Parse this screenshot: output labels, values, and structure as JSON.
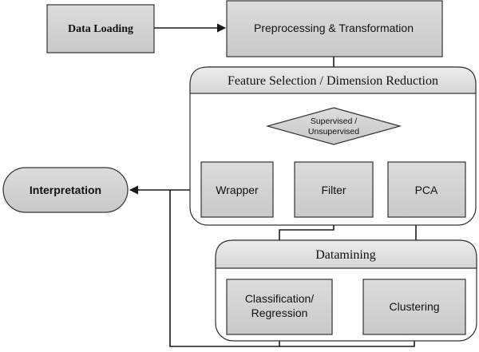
{
  "nodes": {
    "data_loading": "Data Loading",
    "preprocessing": "Preprocessing & Transformation",
    "feature_selection_title": "Feature Selection / Dimension Reduction",
    "decision_line1": "Supervised /",
    "decision_line2": "Unsupervised",
    "wrapper": "Wrapper",
    "filter": "Filter",
    "pca": "PCA",
    "interpretation": "Interpretation",
    "datamining_title": "Datamining",
    "classification_line1": "Classification/",
    "classification_line2": "Regression",
    "clustering": "Clustering"
  },
  "colors": {
    "box_fill": "#d4d4d4",
    "container_fill": "#ffffff",
    "header_fill": "#efefef",
    "stroke": "#333333",
    "line": "#1a1a1a"
  }
}
